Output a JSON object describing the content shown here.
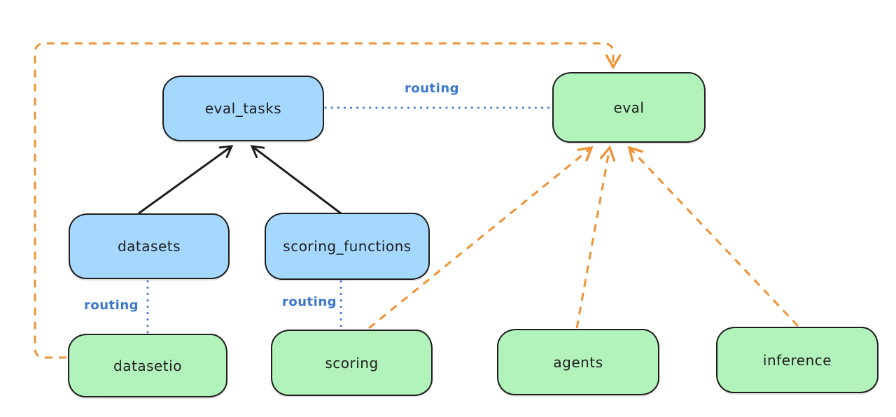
{
  "diagram_title": "",
  "nodes": {
    "eval_tasks": {
      "label": "eval_tasks",
      "kind": "resource",
      "fill": "#a5d8ff"
    },
    "eval": {
      "label": "eval",
      "kind": "api",
      "fill": "#b2f2bb"
    },
    "datasets": {
      "label": "datasets",
      "kind": "resource",
      "fill": "#a5d8ff"
    },
    "scoring_functions": {
      "label": "scoring_functions",
      "kind": "resource",
      "fill": "#a5d8ff"
    },
    "datasetio": {
      "label": "datasetio",
      "kind": "api",
      "fill": "#b2f2bb"
    },
    "scoring": {
      "label": "scoring",
      "kind": "api",
      "fill": "#b2f2bb"
    },
    "agents": {
      "label": "agents",
      "kind": "api",
      "fill": "#b2f2bb"
    },
    "inference": {
      "label": "inference",
      "kind": "api",
      "fill": "#b2f2bb"
    }
  },
  "edges": [
    {
      "from": "datasets",
      "to": "eval_tasks",
      "style": "solid",
      "color": "#1e1e1e",
      "arrow": true,
      "label": ""
    },
    {
      "from": "scoring_functions",
      "to": "eval_tasks",
      "style": "solid",
      "color": "#1e1e1e",
      "arrow": true,
      "label": ""
    },
    {
      "from": "eval_tasks",
      "to": "eval",
      "style": "dotted",
      "color": "#3b78cc",
      "arrow": false,
      "label": "routing"
    },
    {
      "from": "datasets",
      "to": "datasetio",
      "style": "dotted",
      "color": "#3b78cc",
      "arrow": false,
      "label": "routing"
    },
    {
      "from": "scoring_functions",
      "to": "scoring",
      "style": "dotted",
      "color": "#3b78cc",
      "arrow": false,
      "label": "routing"
    },
    {
      "from": "datasetio",
      "to": "eval",
      "style": "dashed",
      "color": "#ec9336",
      "arrow": true,
      "label": ""
    },
    {
      "from": "scoring",
      "to": "eval",
      "style": "dashed",
      "color": "#ec9336",
      "arrow": true,
      "label": ""
    },
    {
      "from": "agents",
      "to": "eval",
      "style": "dashed",
      "color": "#ec9336",
      "arrow": true,
      "label": ""
    },
    {
      "from": "inference",
      "to": "eval",
      "style": "dashed",
      "color": "#ec9336",
      "arrow": true,
      "label": ""
    }
  ],
  "colors": {
    "background": "#ffffff",
    "node_stroke": "#1e1e1e",
    "blue_fill": "#a5d8ff",
    "green_fill": "#b2f2bb",
    "routing_blue": "#3b78cc",
    "orange": "#ec9336",
    "black": "#1e1e1e"
  }
}
